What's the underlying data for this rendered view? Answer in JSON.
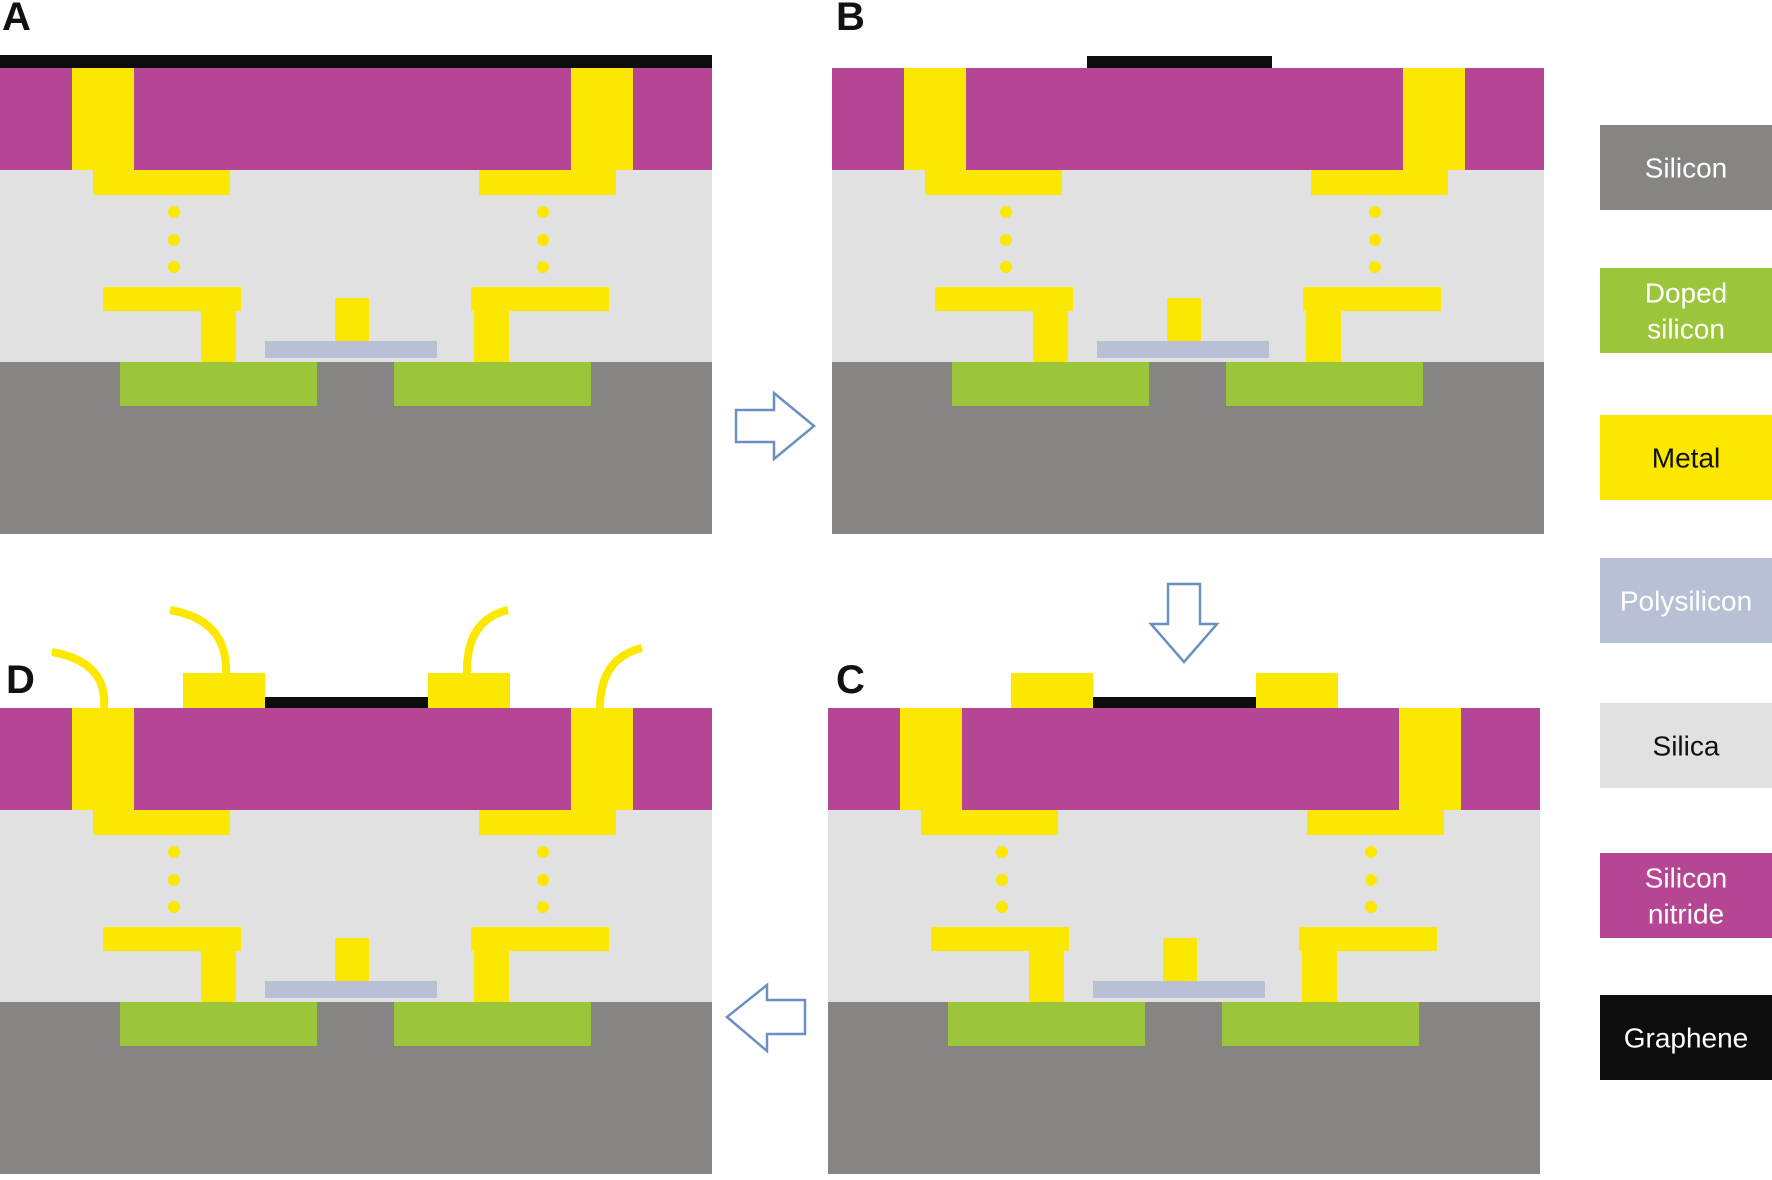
{
  "colors": {
    "silicon": "#868584",
    "doped_silicon": "#9bc63c",
    "metal": "#fbe700",
    "polysilicon": "#b8c0d6",
    "silica": "#e1e1e1",
    "silicon_nitride": "#b54694",
    "graphene": "#0d0d0d",
    "arrow_outline": "#6b8fc4"
  },
  "panels": [
    {
      "label": "A",
      "step": "graphene-transfer"
    },
    {
      "label": "B",
      "step": "graphene-patterned"
    },
    {
      "label": "C",
      "step": "contacts-deposited"
    },
    {
      "label": "D",
      "step": "wire-bonded"
    }
  ],
  "legend": {
    "items": [
      {
        "key": "silicon",
        "lines": [
          "Silicon"
        ],
        "text_color": "#ffffff"
      },
      {
        "key": "doped_silicon",
        "lines": [
          "Doped",
          "silicon"
        ],
        "text_color": "#ffffff"
      },
      {
        "key": "metal",
        "lines": [
          "Metal"
        ],
        "text_color": "#111111"
      },
      {
        "key": "polysilicon",
        "lines": [
          "Polysilicon"
        ],
        "text_color": "#ffffff"
      },
      {
        "key": "silica",
        "lines": [
          "Silica"
        ],
        "text_color": "#111111"
      },
      {
        "key": "silicon_nitride",
        "lines": [
          "Silicon",
          "nitride"
        ],
        "text_color": "#ffffff"
      },
      {
        "key": "graphene",
        "lines": [
          "Graphene"
        ],
        "text_color": "#ffffff"
      }
    ]
  },
  "flow": [
    {
      "from": "A",
      "to": "B",
      "direction": "right"
    },
    {
      "from": "B",
      "to": "C",
      "direction": "down"
    },
    {
      "from": "C",
      "to": "D",
      "direction": "left"
    }
  ]
}
